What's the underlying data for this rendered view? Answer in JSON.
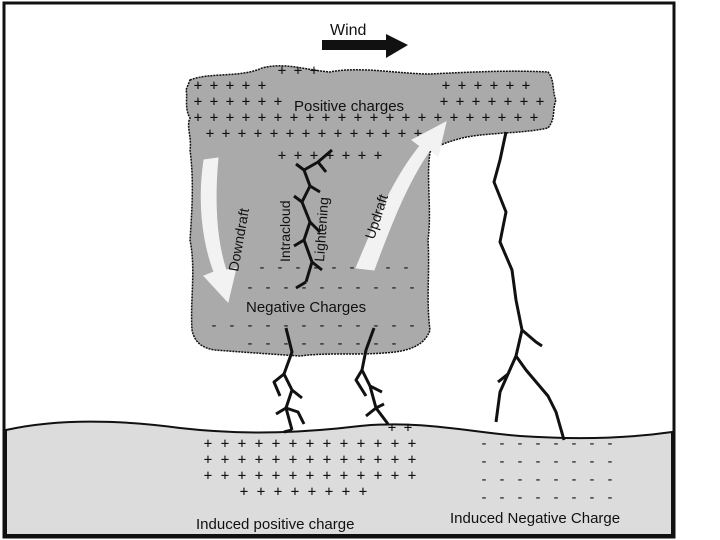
{
  "labels": {
    "wind": "Wind",
    "positive_charges": "Positive charges",
    "negative_charges": "Negative Charges",
    "downdraft": "Downdraft",
    "updraft": "Updraft",
    "intracloud_line1": "Intracloud",
    "intracloud_line2": "Lightening",
    "induced_positive": "Induced positive charge",
    "induced_negative": "Induced Negative Charge"
  },
  "symbols": {
    "plus": "+",
    "minus": "-"
  },
  "colors": {
    "cloud_fill": "#aaaaaa",
    "ground_fill": "#dcdcdc",
    "arrow_fill": "#f2f2f2",
    "ink": "#111111"
  }
}
